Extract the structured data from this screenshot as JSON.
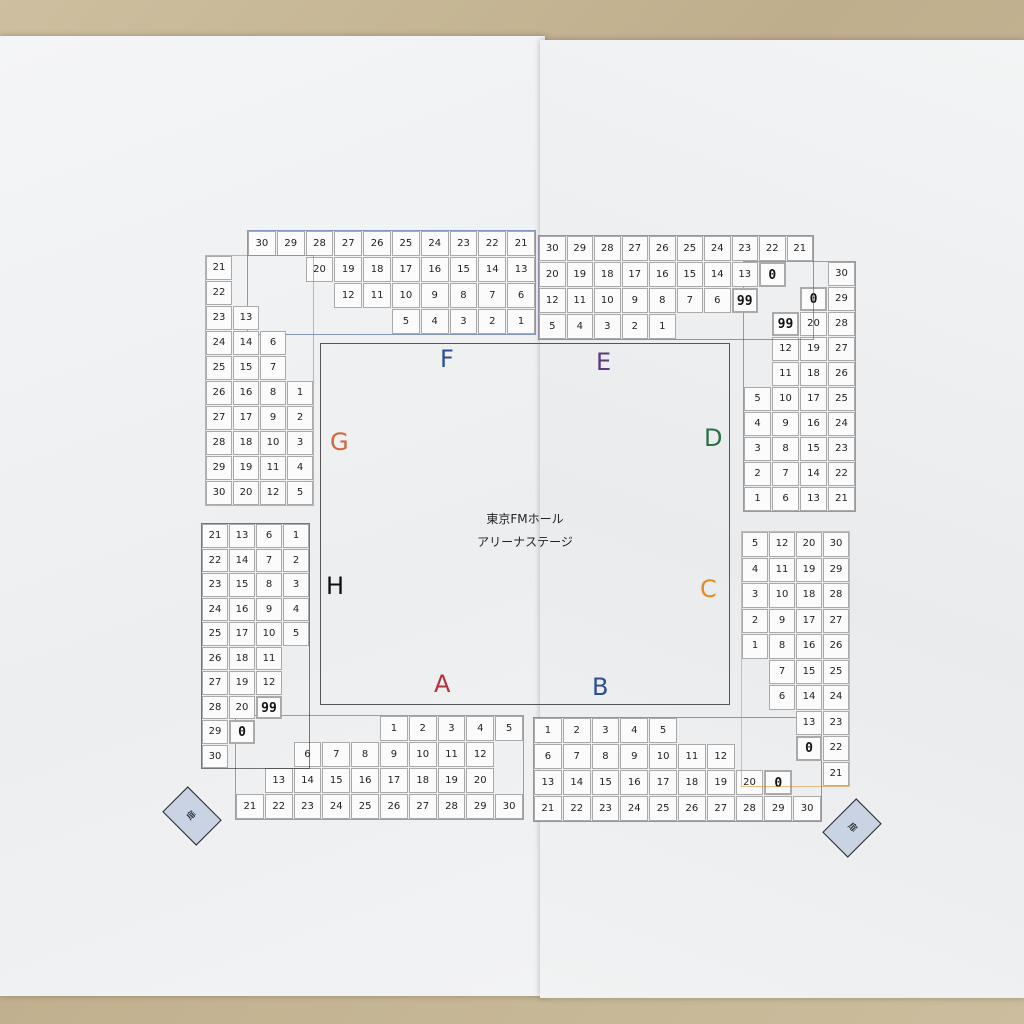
{
  "venue": {
    "name": "東京FMホール",
    "stage": "アリーナステージ"
  },
  "door_mark": "扉",
  "zones": [
    {
      "id": "A",
      "label": "A",
      "color": "#b3323c"
    },
    {
      "id": "B",
      "label": "B",
      "color": "#2c4f93"
    },
    {
      "id": "C",
      "label": "C",
      "color": "#e08a28"
    },
    {
      "id": "D",
      "label": "D",
      "color": "#2a7246"
    },
    {
      "id": "E",
      "label": "E",
      "color": "#5a3a7e"
    },
    {
      "id": "F",
      "label": "F",
      "color": "#2c4f93"
    },
    {
      "id": "G",
      "label": "G",
      "color": "#d0673c"
    },
    {
      "id": "H",
      "label": "H",
      "color": "#111111"
    }
  ],
  "handwritten_marks": {
    "zero": "0",
    "ninety_nine": "99"
  },
  "blocks": {
    "A": [
      [
        "",
        "",
        "",
        "",
        "",
        "1",
        "2",
        "3",
        "4",
        "5"
      ],
      [
        "",
        "",
        "6",
        "7",
        "8",
        "9",
        "10",
        "11",
        "12"
      ],
      [
        "",
        "13",
        "14",
        "15",
        "16",
        "17",
        "18",
        "19",
        "20"
      ],
      [
        "21",
        "22",
        "23",
        "24",
        "25",
        "26",
        "27",
        "28",
        "29",
        "30"
      ]
    ],
    "B": [
      [
        "1",
        "2",
        "3",
        "4",
        "5"
      ],
      [
        "6",
        "7",
        "8",
        "9",
        "10",
        "11",
        "12"
      ],
      [
        "13",
        "14",
        "15",
        "16",
        "17",
        "18",
        "19",
        "20",
        "0"
      ],
      [
        "21",
        "22",
        "23",
        "24",
        "25",
        "26",
        "27",
        "28",
        "29",
        "30"
      ]
    ],
    "C": [
      [
        "5",
        "12",
        "20",
        "30"
      ],
      [
        "4",
        "11",
        "19",
        "29"
      ],
      [
        "3",
        "10",
        "18",
        "28"
      ],
      [
        "2",
        "9",
        "17",
        "27"
      ],
      [
        "1",
        "8",
        "16",
        "26"
      ],
      [
        "",
        "7",
        "15",
        "25"
      ],
      [
        "",
        "6",
        "14",
        "24"
      ],
      [
        "",
        "",
        "13",
        "23"
      ],
      [
        "",
        "",
        "0",
        "22"
      ],
      [
        "",
        "",
        "",
        "21"
      ]
    ],
    "D": [
      [
        "",
        "",
        "",
        "30"
      ],
      [
        "",
        "",
        "0",
        "29"
      ],
      [
        "",
        "99",
        "20",
        "28"
      ],
      [
        "",
        "12",
        "19",
        "27"
      ],
      [
        "",
        "11",
        "18",
        "26"
      ],
      [
        "5",
        "10",
        "17",
        "25"
      ],
      [
        "4",
        "9",
        "16",
        "24"
      ],
      [
        "3",
        "8",
        "15",
        "23"
      ],
      [
        "2",
        "7",
        "14",
        "22"
      ],
      [
        "1",
        "6",
        "13",
        "21"
      ]
    ],
    "E": [
      [
        "30",
        "29",
        "28",
        "27",
        "26",
        "25",
        "24",
        "23",
        "22",
        "21"
      ],
      [
        "20",
        "19",
        "18",
        "17",
        "16",
        "15",
        "14",
        "13",
        "0"
      ],
      [
        "12",
        "11",
        "10",
        "9",
        "8",
        "7",
        "6",
        "99"
      ],
      [
        "5",
        "4",
        "3",
        "2",
        "1"
      ]
    ],
    "F": [
      [
        "30",
        "29",
        "28",
        "27",
        "26",
        "25",
        "24",
        "23",
        "22",
        "21"
      ],
      [
        "",
        "",
        "20",
        "19",
        "18",
        "17",
        "16",
        "15",
        "14",
        "13"
      ],
      [
        "",
        "",
        "",
        "12",
        "11",
        "10",
        "9",
        "8",
        "7",
        "6"
      ],
      [
        "",
        "",
        "",
        "",
        "",
        "5",
        "4",
        "3",
        "2",
        "1"
      ]
    ],
    "G": [
      [
        "21"
      ],
      [
        "22"
      ],
      [
        "23",
        "13"
      ],
      [
        "24",
        "14",
        "6"
      ],
      [
        "25",
        "15",
        "7"
      ],
      [
        "26",
        "16",
        "8",
        "1"
      ],
      [
        "27",
        "17",
        "9",
        "2"
      ],
      [
        "28",
        "18",
        "10",
        "3"
      ],
      [
        "29",
        "19",
        "11",
        "4"
      ],
      [
        "30",
        "20",
        "12",
        "5"
      ]
    ],
    "H": [
      [
        "21",
        "13",
        "6",
        "1"
      ],
      [
        "22",
        "14",
        "7",
        "2"
      ],
      [
        "23",
        "15",
        "8",
        "3"
      ],
      [
        "24",
        "16",
        "9",
        "4"
      ],
      [
        "25",
        "17",
        "10",
        "5"
      ],
      [
        "26",
        "18",
        "11"
      ],
      [
        "27",
        "19",
        "12"
      ],
      [
        "28",
        "20",
        "99"
      ],
      [
        "29",
        "0"
      ],
      [
        "30"
      ]
    ]
  }
}
